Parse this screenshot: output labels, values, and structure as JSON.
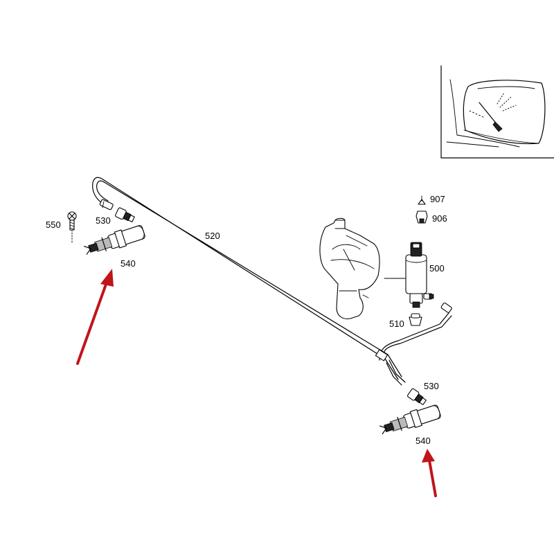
{
  "labels": {
    "p520": "520",
    "p530_left": "530",
    "p530_right": "530",
    "p540_left": "540",
    "p540_right": "540",
    "p550": "550",
    "p500": "500",
    "p510": "510",
    "p906": "906",
    "p907": "907"
  },
  "colors": {
    "arrow": "#c0141b",
    "line": "#000000",
    "background": "#ffffff"
  }
}
